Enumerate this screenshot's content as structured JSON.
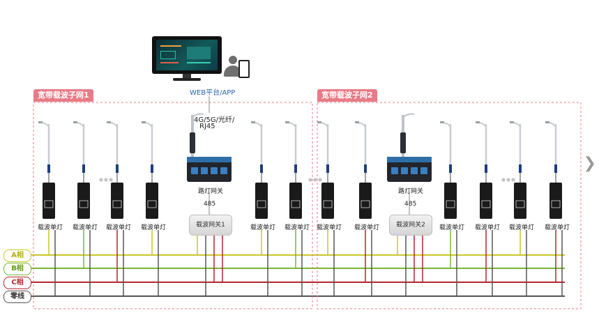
{
  "subnets": [
    {
      "title": "宽带载波子网1"
    },
    {
      "title": "宽带载波子网2"
    }
  ],
  "platform_label": "WEB平台/APP",
  "uplink_label_line1": "4G/5G/光纤/",
  "uplink_label_line2": "RJ45",
  "gateway_lamp_label": "路灯网关",
  "bus_label": "485",
  "carrier_gateways": [
    {
      "label": "载波网关1"
    },
    {
      "label": "载波网关2"
    }
  ],
  "lamp_label": "载波单灯",
  "phases": [
    {
      "label": "A相",
      "color": "#c9c62a"
    },
    {
      "label": "B相",
      "color": "#7ab534"
    },
    {
      "label": "C相",
      "color": "#b3262e"
    },
    {
      "label": "零线",
      "color": "#555555"
    }
  ],
  "icons": {
    "monitor": "monitor-icon",
    "user": "user-icon",
    "phone": "phone-icon",
    "next": "chevron-right-icon"
  }
}
